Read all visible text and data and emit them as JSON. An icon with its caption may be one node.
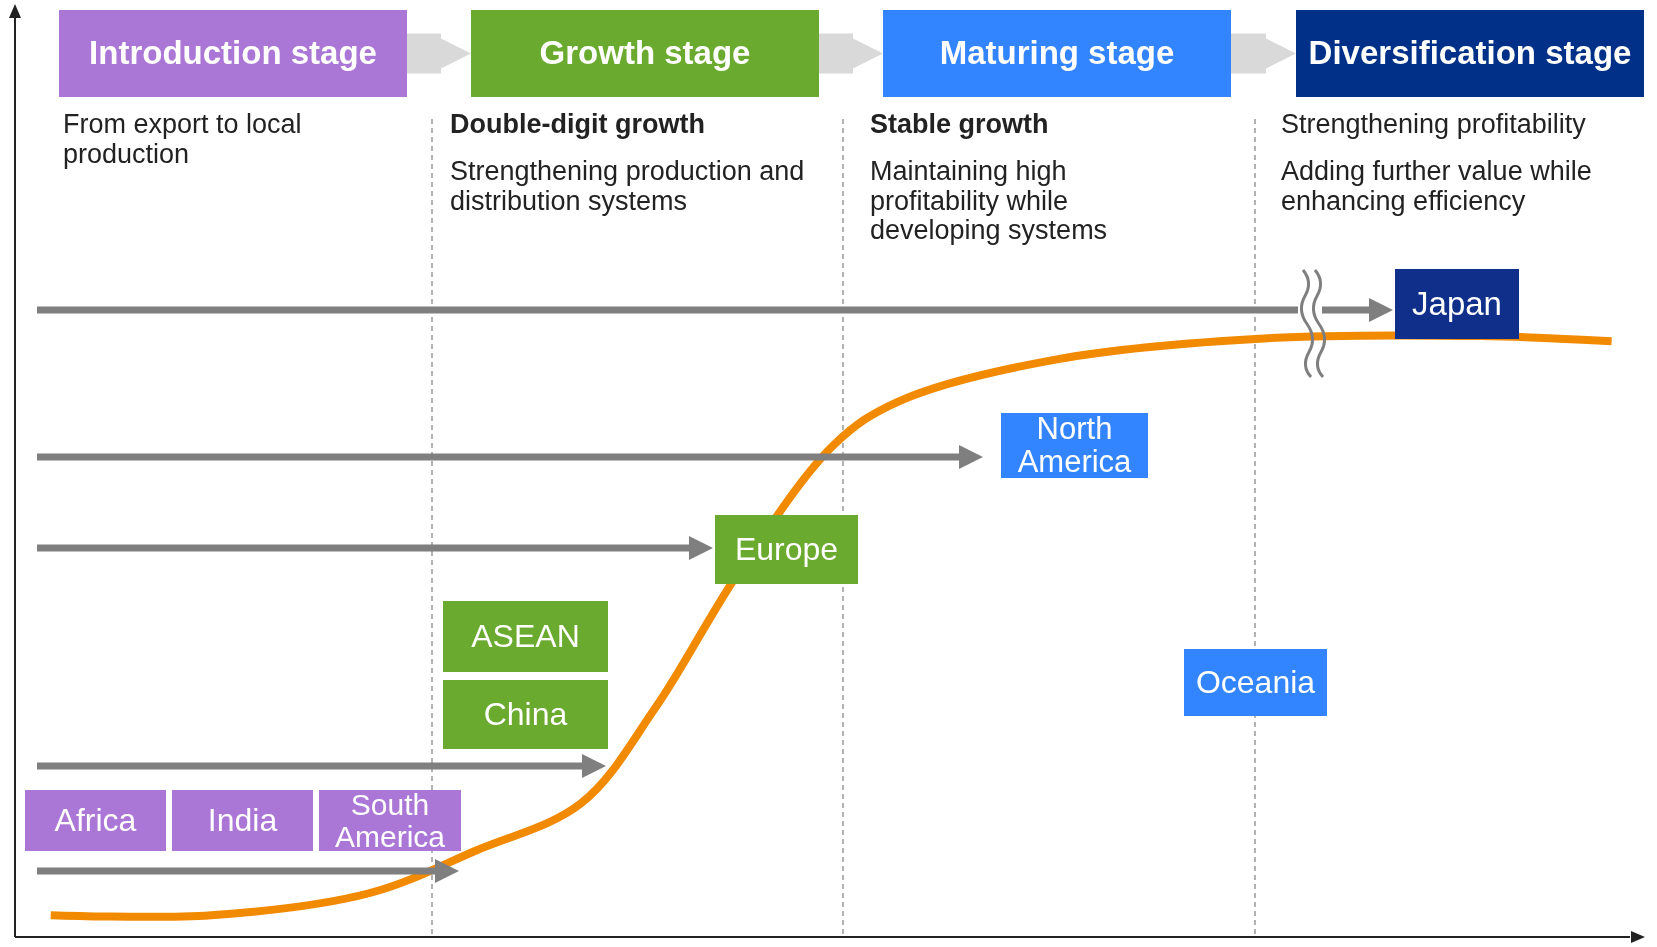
{
  "diagram": {
    "nodes": [
      {
        "text": [
          "Introduction stage"
        ]
      },
      {
        "text": [
          "Growth stage"
        ]
      },
      {
        "text": [
          "Maturing stage"
        ]
      },
      {
        "text": [
          "Diversification stage"
        ]
      },
      {
        "text": [
          "Japan"
        ]
      },
      {
        "text": [
          "North America"
        ]
      },
      {
        "text": [
          "Europe"
        ]
      },
      {
        "text": [
          "ASEAN"
        ]
      },
      {
        "text": [
          "China"
        ]
      },
      {
        "text": [
          "Oceania"
        ]
      },
      {
        "text": [
          "Africa"
        ]
      },
      {
        "text": [
          "India"
        ]
      },
      {
        "text": [
          "South America"
        ]
      }
    ],
    "edges": [
      {
        "from": 0,
        "to": 1,
        "arrow": "to",
        "style": "thick",
        "color": "#d9d9d9"
      },
      {
        "from": 1,
        "to": 2,
        "arrow": "to",
        "style": "thick",
        "color": "#d9d9d9"
      },
      {
        "from": 2,
        "to": 3,
        "arrow": "to",
        "style": "thick",
        "color": "#d9d9d9"
      },
      {
        "from": null,
        "to": 4,
        "arrow": "to"
      },
      {
        "from": null,
        "to": 5,
        "arrow": "to"
      },
      {
        "from": null,
        "to": 6,
        "arrow": "to"
      },
      {
        "from": null,
        "to": 8,
        "arrow": "to"
      },
      {
        "from": null,
        "to": 12,
        "arrow": "to"
      }
    ],
    "labels": [
      "From export to local production",
      "Double-digit growth",
      "Strengthening production and distribution systems",
      "Stable growth",
      "Maintaining high profitability while developing systems",
      "Strengthening profitability",
      "Adding further value while enhancing efficiency"
    ]
  }
}
